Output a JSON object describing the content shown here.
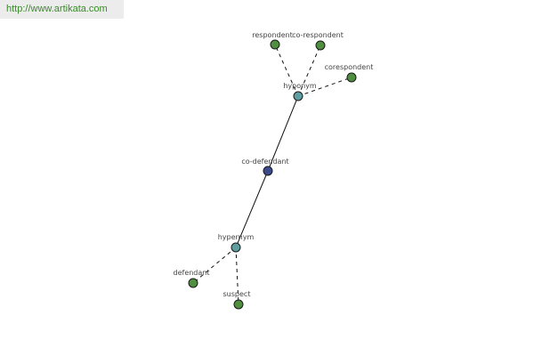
{
  "header": {
    "url": "http://www.artikata.com"
  },
  "graph": {
    "colors": {
      "center": "#3b4a8c",
      "hub": "#5f9ea0",
      "leaf": "#4f8f3f",
      "edge": "#111111",
      "label": "#444444"
    },
    "nodes": [
      {
        "id": "center",
        "label": "co-defendant",
        "kind": "center"
      },
      {
        "id": "hyponym",
        "label": "hyponym",
        "kind": "hub"
      },
      {
        "id": "hypernym",
        "label": "hypernym",
        "kind": "hub"
      },
      {
        "id": "respondent",
        "label": "respondent",
        "kind": "leaf"
      },
      {
        "id": "co-respondent",
        "label": "co-respondent",
        "kind": "leaf"
      },
      {
        "id": "corespondent",
        "label": "corespondent",
        "kind": "leaf"
      },
      {
        "id": "defendant",
        "label": "defendant",
        "kind": "leaf"
      },
      {
        "id": "suspect",
        "label": "suspect",
        "kind": "leaf"
      }
    ],
    "edges": [
      {
        "from": "center",
        "to": "hyponym",
        "style": "solid"
      },
      {
        "from": "center",
        "to": "hypernym",
        "style": "solid"
      },
      {
        "from": "hyponym",
        "to": "respondent",
        "style": "dashed"
      },
      {
        "from": "hyponym",
        "to": "co-respondent",
        "style": "dashed"
      },
      {
        "from": "hyponym",
        "to": "corespondent",
        "style": "dashed"
      },
      {
        "from": "hypernym",
        "to": "defendant",
        "style": "dashed"
      },
      {
        "from": "hypernym",
        "to": "suspect",
        "style": "dashed"
      }
    ]
  }
}
